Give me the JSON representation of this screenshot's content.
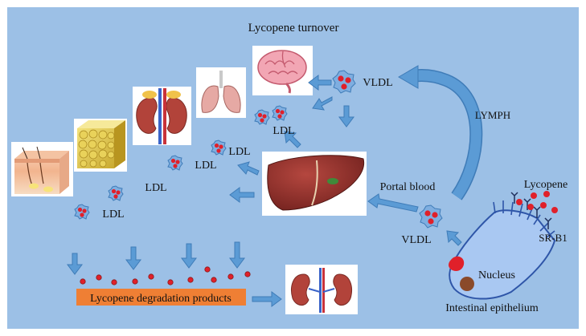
{
  "title": "Lycopene turnover",
  "labels": {
    "vldl_top": "VLDL",
    "lymph": "LYMPH",
    "ldl_1": "LDL",
    "ldl_2": "LDL",
    "ldl_3": "LDL",
    "ldl_4": "LDL",
    "ldl_5": "LDL",
    "portal_blood": "Portal blood",
    "lycopene": "Lycopene",
    "sr_b1": "SR-B1",
    "vldl_bottom": "VLDL",
    "nucleus": "Nucleus",
    "intestinal_epithelium": "Intestinal epithelium",
    "degradation": "Lycopene degradation products"
  },
  "colors": {
    "background": "#9cc0e6",
    "arrow": "#5b9bd5",
    "arrow_stroke": "#3f7cb8",
    "particle_shell": "#7faee0",
    "particle_dot": "#e0202a",
    "degradation_box": "#ef7f34",
    "cell_fill": "#a9c8f2",
    "nucleus": "#8a4a2a",
    "liver": "#8c2f2b",
    "brain": "#f2a6b4",
    "kidney": "#b2433a"
  },
  "icons": [
    "skin-icon",
    "adipose-tissue-icon",
    "kidney-icon",
    "lungs-icon",
    "brain-icon",
    "liver-icon",
    "kidney-bottom-icon"
  ]
}
